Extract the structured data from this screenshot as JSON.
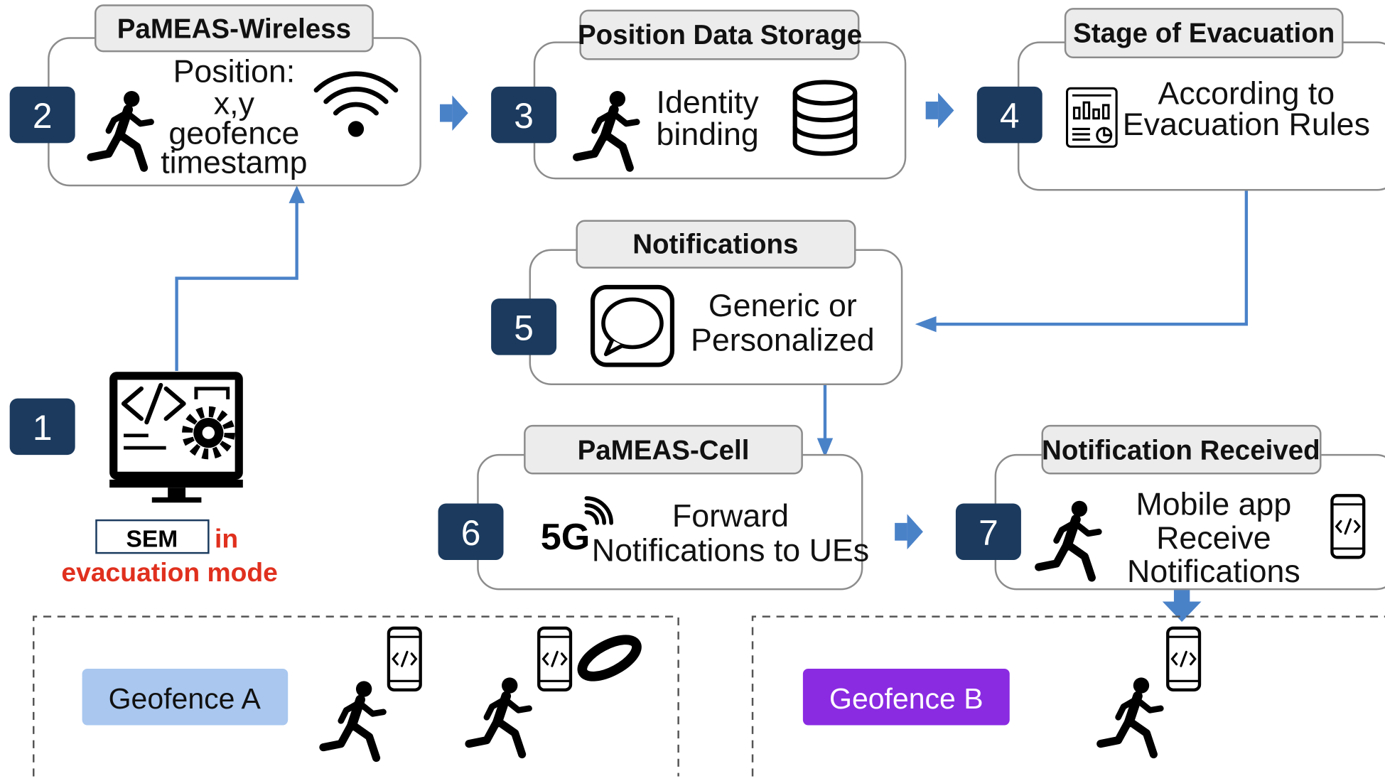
{
  "colors": {
    "badge": "#1b3a5e",
    "arrow": "#4a82c8",
    "red_text": "#e0301e",
    "geofence_a": "#a9c7ef",
    "geofence_b": "#8a2be2",
    "tab_fill": "#ececec",
    "box_border": "#8c8c8c"
  },
  "steps": [
    {
      "num": "1"
    },
    {
      "num": "2",
      "tab": "PaMEAS-Wireless",
      "lines": [
        "Position:",
        "x,y",
        "geofence",
        "timestamp"
      ],
      "icons": [
        "running-person-icon",
        "wifi-icon"
      ]
    },
    {
      "num": "3",
      "tab": "Position Data Storage",
      "lines": [
        "Identity",
        "binding"
      ],
      "icons": [
        "running-person-icon",
        "database-icon"
      ]
    },
    {
      "num": "4",
      "tab": "Stage of Evacuation",
      "lines": [
        "According to",
        "Evacuation Rules"
      ],
      "icons": [
        "report-icon"
      ]
    },
    {
      "num": "5",
      "tab": "Notifications",
      "lines": [
        "Generic or",
        "Personalized"
      ],
      "icons": [
        "chat-bubble-icon"
      ]
    },
    {
      "num": "6",
      "tab": "PaMEAS-Cell",
      "lines": [
        "Forward",
        "Notifications to UEs"
      ],
      "icons": [
        "5g-icon"
      ],
      "icon_text": "5G"
    },
    {
      "num": "7",
      "tab": "Notification Received",
      "lines": [
        "Mobile app",
        "Receive",
        "Notifications"
      ],
      "icons": [
        "running-person-icon",
        "smartphone-icon"
      ]
    }
  ],
  "sem": {
    "box_label": "SEM",
    "suffix": "in",
    "line2": "evacuation mode",
    "icon": "computer-code-gear-icon"
  },
  "geofences": [
    {
      "label": "Geofence A",
      "icons": [
        "running-person-icon",
        "smartphone-icon",
        "running-person-icon",
        "smartphone-icon",
        "wristband-icon"
      ]
    },
    {
      "label": "Geofence B",
      "icons": [
        "smartphone-icon",
        "running-person-icon"
      ]
    }
  ]
}
